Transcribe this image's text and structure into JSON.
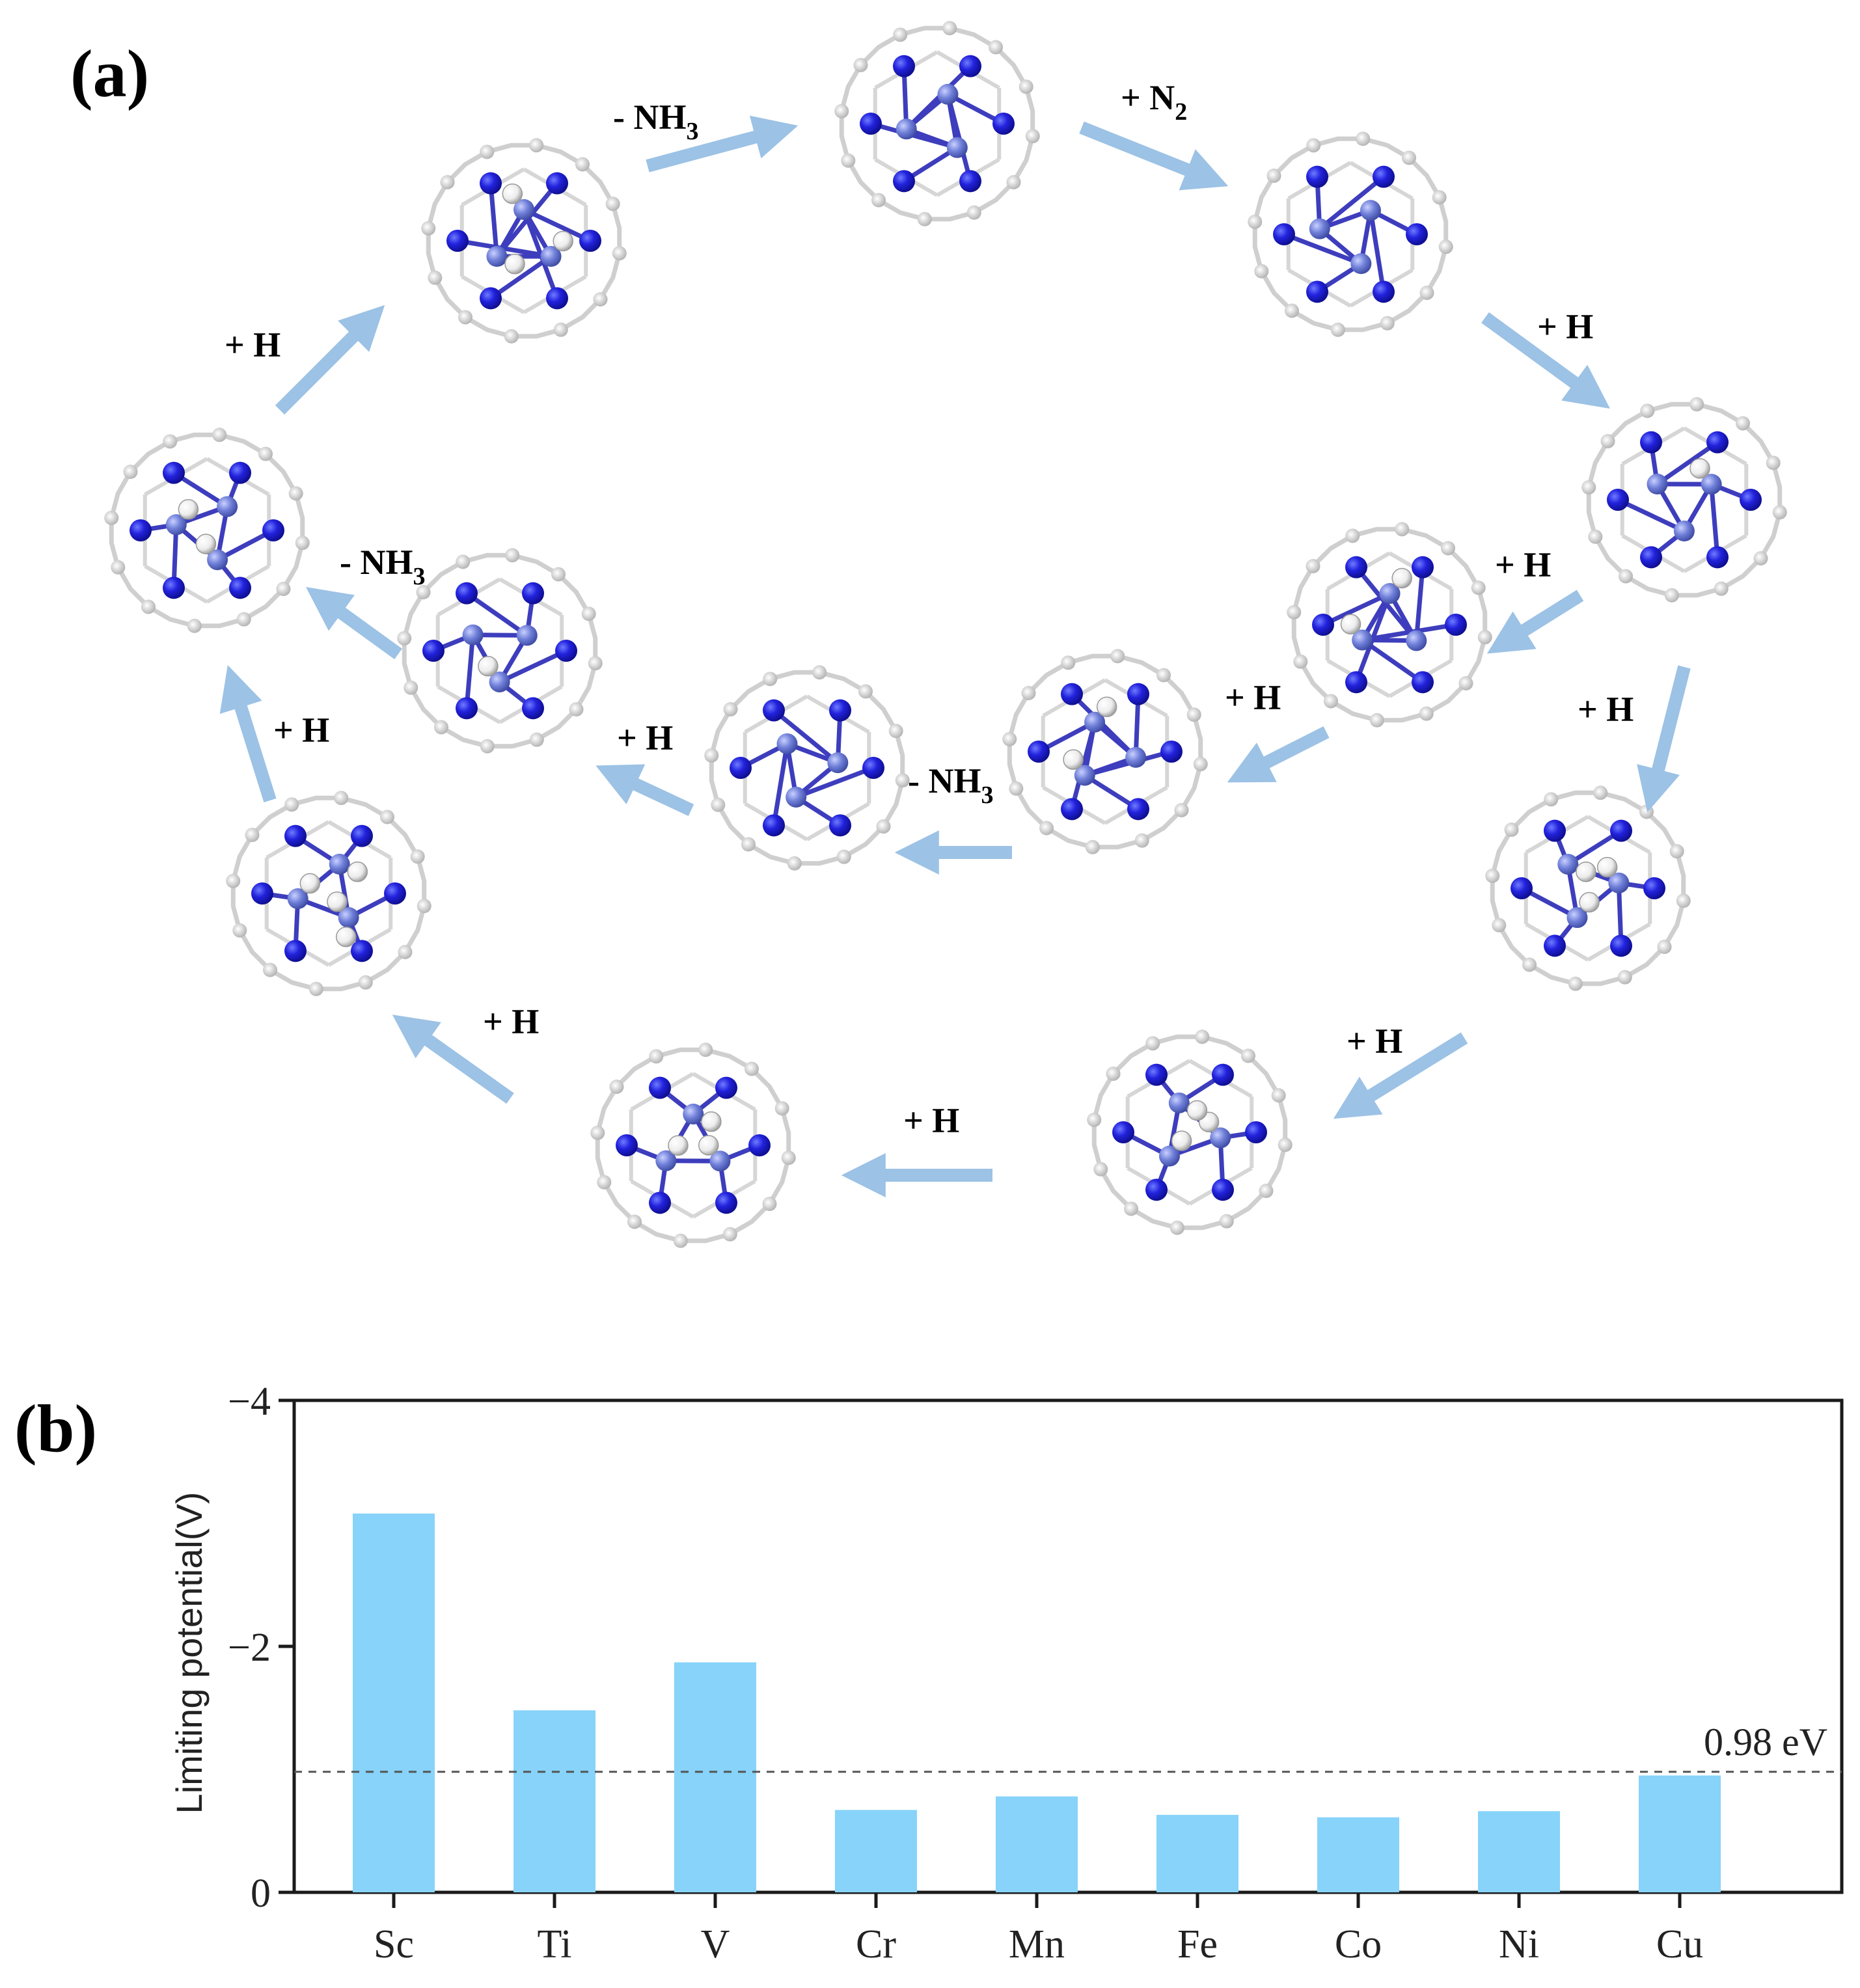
{
  "panel_a": {
    "label": "(a)",
    "steps": [
      {
        "id": "s1",
        "text": "- NH",
        "sub": "3"
      },
      {
        "id": "s2",
        "text": "+ N",
        "sub": "2"
      },
      {
        "id": "s3",
        "text": "+ H",
        "sub": ""
      },
      {
        "id": "s4",
        "text": "+ H",
        "sub": ""
      },
      {
        "id": "s5",
        "text": "+ H",
        "sub": ""
      },
      {
        "id": "s6",
        "text": "+ H",
        "sub": ""
      },
      {
        "id": "s7",
        "text": "- NH",
        "sub": "3"
      },
      {
        "id": "s8",
        "text": "+ H",
        "sub": ""
      },
      {
        "id": "s9",
        "text": "+ H",
        "sub": ""
      },
      {
        "id": "s10",
        "text": "+ H",
        "sub": ""
      },
      {
        "id": "s11",
        "text": "+ H",
        "sub": ""
      },
      {
        "id": "s12",
        "text": "+ H",
        "sub": ""
      },
      {
        "id": "s13",
        "text": "- NH",
        "sub": "3"
      },
      {
        "id": "s14",
        "text": "+ H",
        "sub": ""
      }
    ]
  },
  "panel_b": {
    "label": "(b)",
    "reference_label": "0.98 eV"
  },
  "colors": {
    "bar": "#87d3fa",
    "arrow": "#9cc2e5",
    "nitrogen": "#1e1ec8",
    "metal": "#6a78d4",
    "hydrogen": "#f2f2f2",
    "carbon": "#b8b8b8"
  },
  "chart_data": {
    "type": "bar",
    "categories": [
      "Sc",
      "Ti",
      "V",
      "Cr",
      "Mn",
      "Fe",
      "Co",
      "Ni",
      "Cu"
    ],
    "values": [
      -3.08,
      -1.48,
      -1.87,
      -0.67,
      -0.78,
      -0.63,
      -0.61,
      -0.66,
      -0.95
    ],
    "ylabel": "Limiting potential(V)",
    "ylim": [
      0,
      -4
    ],
    "yticks": [
      0,
      -2,
      -4
    ],
    "ytick_labels": [
      "0",
      "−2",
      "−4"
    ],
    "reference_line": {
      "value": -0.98,
      "label": "0.98 eV",
      "style": "dashed"
    },
    "grid": false
  }
}
